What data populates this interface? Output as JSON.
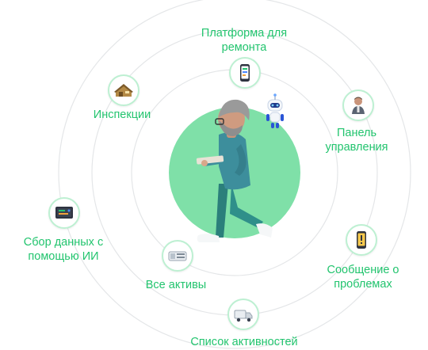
{
  "colors": {
    "accent": "#22c46e",
    "ring": "#e4e6e8",
    "core": "#7fe0a8",
    "node_border": "#bdf0d2"
  },
  "labels": {
    "repair_platform": "Платформа для\nремонта",
    "inspections": "Инспекции",
    "dashboard": "Панель\nуправления",
    "ai_data_collection": "Сбор данных с\nпомощью ИИ",
    "issue_reporting": "Сообщение о\nпроблемах",
    "all_assets": "Все активы",
    "activity_list": "Список активностей"
  },
  "icons": {
    "repair_platform": "phone-icon",
    "inspections": "house-icon",
    "dashboard": "technician-icon",
    "ai_data_collection": "tablet-icon",
    "issue_reporting": "phone-alert-icon",
    "all_assets": "equipment-icon",
    "activity_list": "truck-icon",
    "center": "person-walking-icon",
    "robot": "robot-icon"
  }
}
